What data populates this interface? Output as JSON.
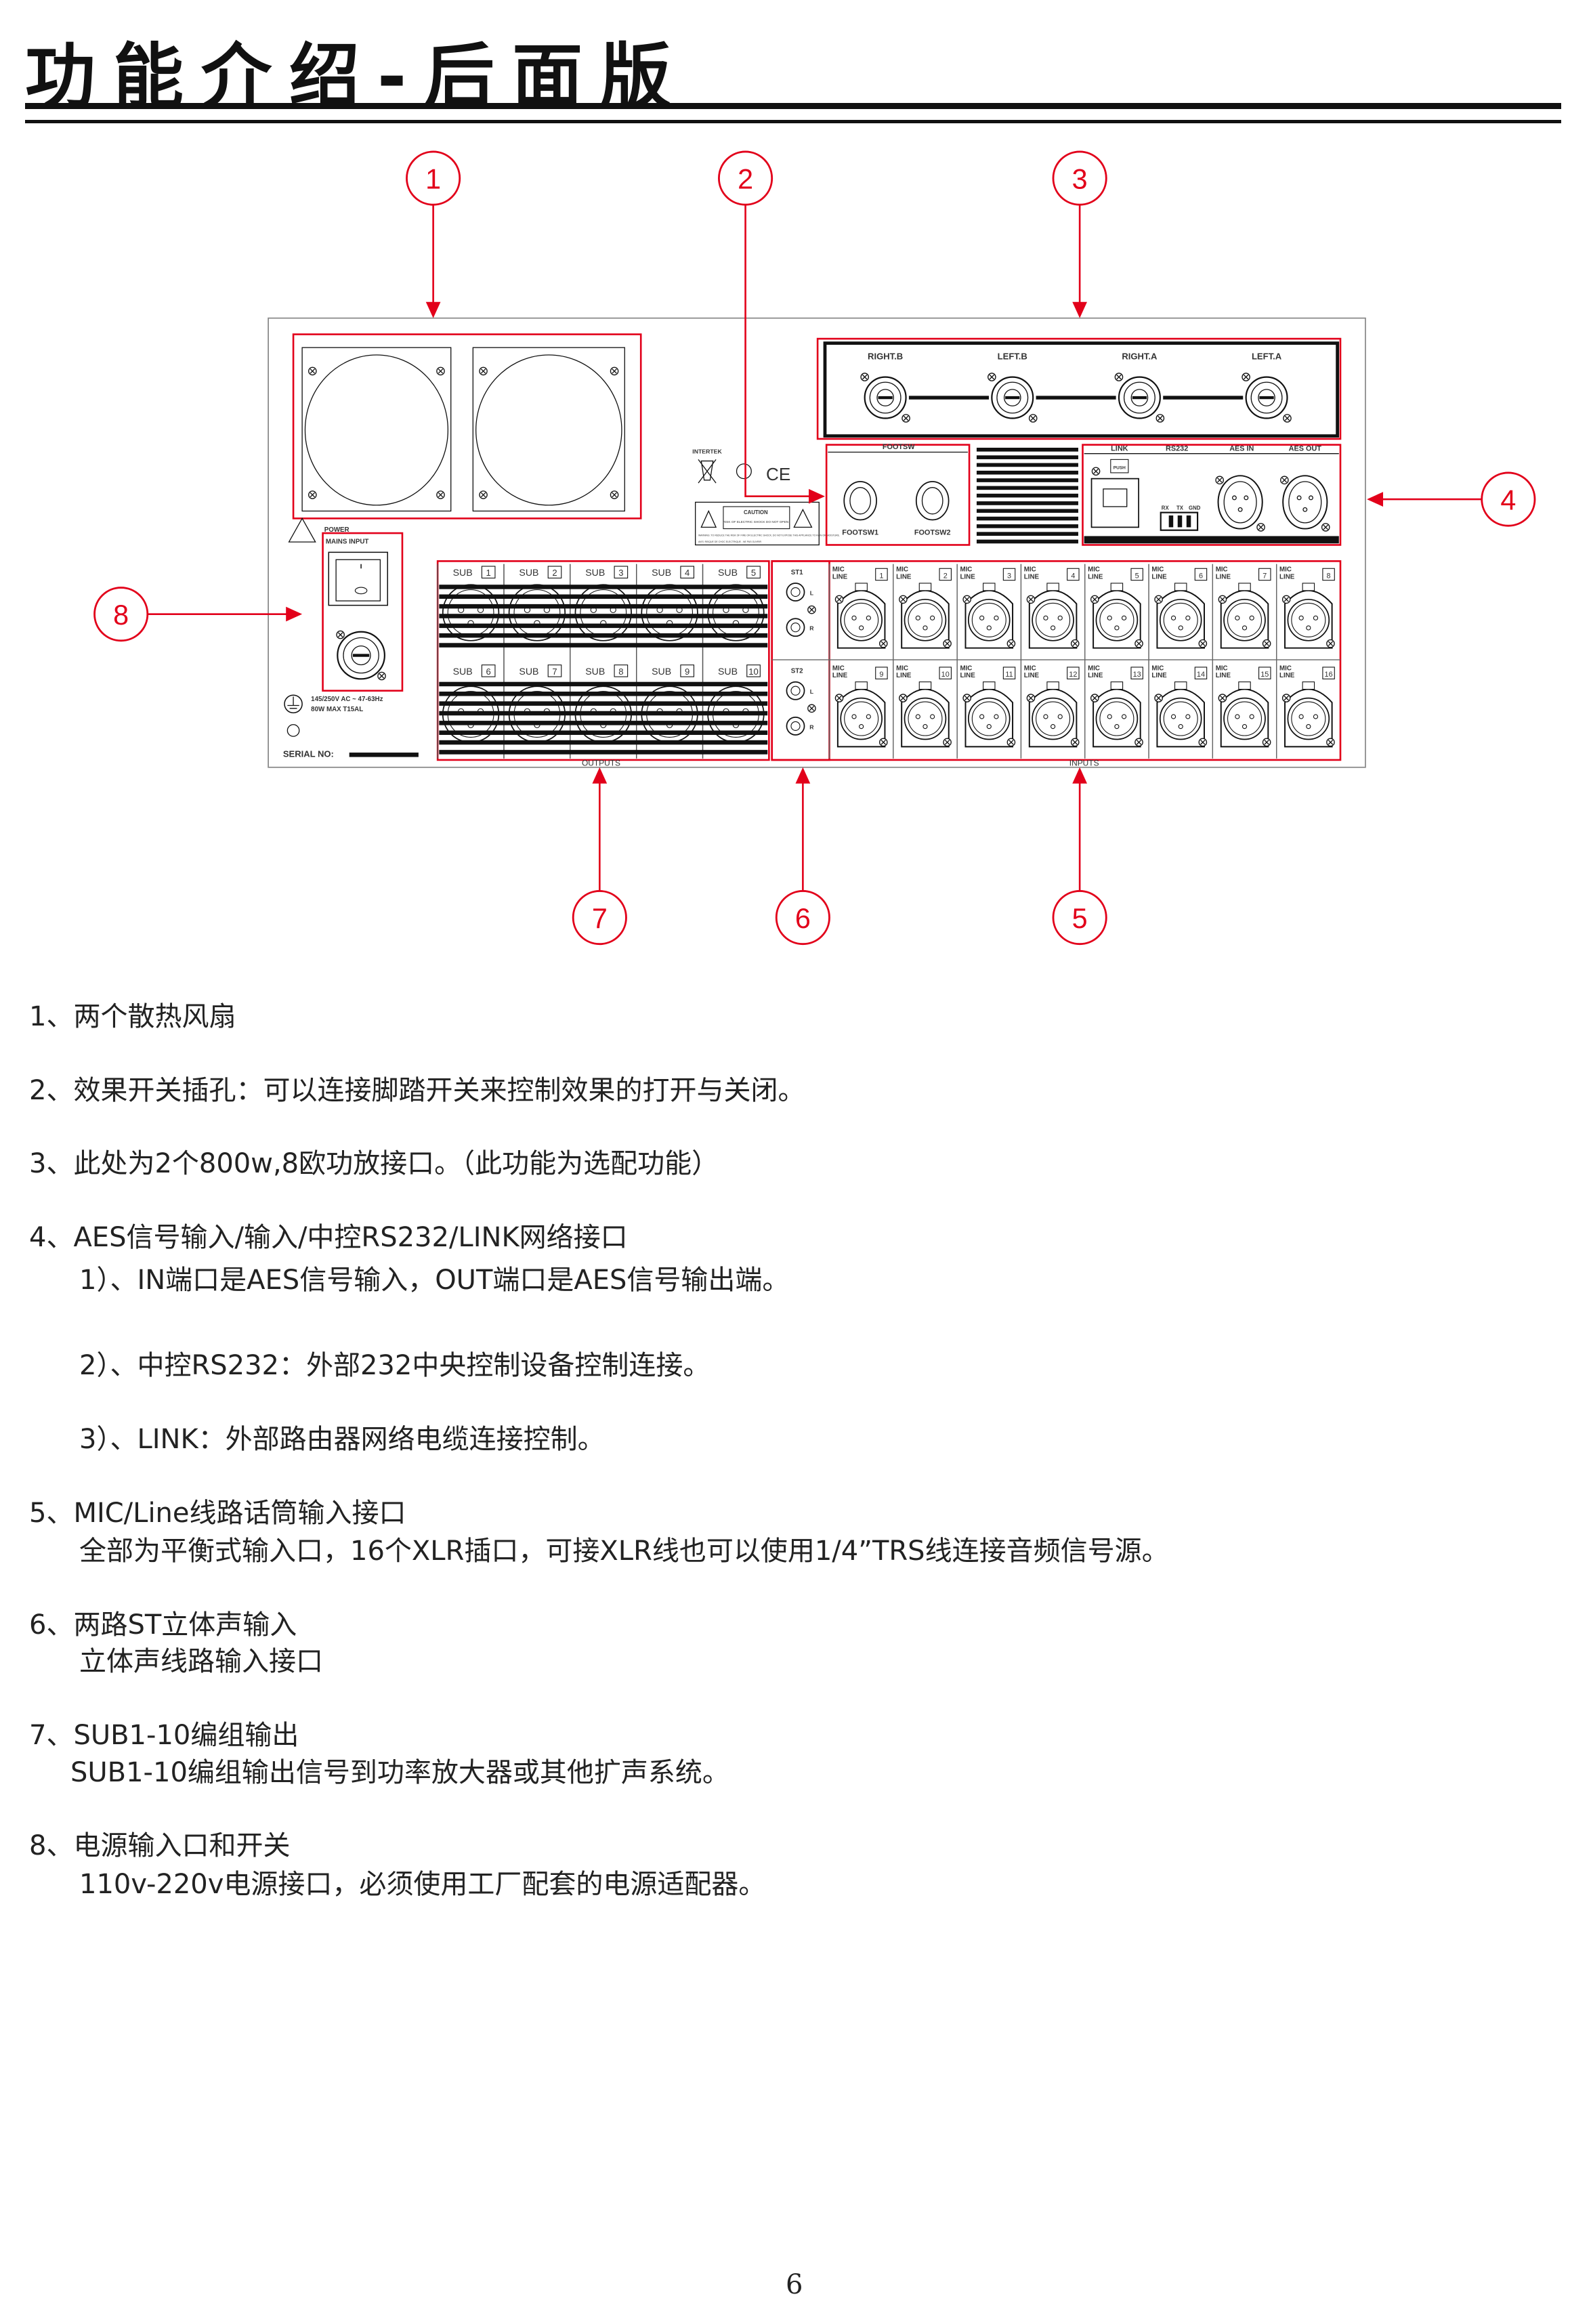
{
  "title": "功能介绍-后面版",
  "callouts": [
    "1",
    "2",
    "3",
    "4",
    "5",
    "6",
    "7",
    "8"
  ],
  "panel": {
    "amp_outputs": [
      "RIGHT.B",
      "LEFT.B",
      "RIGHT.A",
      "LEFT.A"
    ],
    "footsw": {
      "title": "FOOTSW",
      "labels": [
        "FOOTSW1",
        "FOOTSW2"
      ]
    },
    "link_labels": [
      "LINK",
      "RS232",
      "AES IN",
      "AES OUT"
    ],
    "push": "PUSH",
    "rs232_pins": [
      "RX",
      "TX",
      "GND"
    ],
    "intertek": "INTERTEK",
    "caution": "CAUTION",
    "caution_text": "RISK OF ELECTRIC SHOCK DO NOT OPEN",
    "warning_text": "WARNING: TO REDUCE THE RISK OF FIRE OR ELECTRIC SHOCK, DO NOT EXPOSE THIS APPLIANCE TO RAIN OR MOISTURE.",
    "avis_text": "AVIS: RISQUE DE CHOC ELECTRIQUE - NE PAS OUVRIR",
    "power": "POWER",
    "mains_input": "MAINS INPUT",
    "spec_lines": [
      "145/250V AC ~ 47-63Hz",
      "80W MAX  T15AL"
    ],
    "serial": "SERIAL NO:",
    "sub_label": "SUB",
    "sub_numbers": [
      "1",
      "2",
      "3",
      "4",
      "5",
      "6",
      "7",
      "8",
      "9",
      "10"
    ],
    "outputs": "OUTPUTS",
    "inputs": "INPUTS",
    "st": [
      "ST1",
      "ST2"
    ],
    "lr": [
      "L",
      "R"
    ],
    "mic": "MIC",
    "line": "LINE",
    "channel_numbers": [
      "1",
      "2",
      "3",
      "4",
      "5",
      "6",
      "7",
      "8",
      "9",
      "10",
      "11",
      "12",
      "13",
      "14",
      "15",
      "16"
    ]
  },
  "descriptions": [
    "1、两个散热风扇",
    "2、效果开关插孔：可以连接脚踏开关来控制效果的打开与关闭。",
    "3、此处为2个800w,8欧功放接口。（此功能为选配功能）",
    "4、AES信号输入/输入/中控RS232/LINK网络接口",
    "1）、IN端口是AES信号输入，OUT端口是AES信号输出端。",
    "2）、中控RS232：外部232中央控制设备控制连接。",
    "3）、LINK：外部路由器网络电缆连接控制。",
    "5、MIC/Line线路话筒输入接口",
    "全部为平衡式输入口，16个XLR插口，可接XLR线也可以使用1/4”TRS线连接音频信号源。",
    "6、两路ST立体声输入",
    "立体声线路输入接口",
    "7、SUB1-10编组输出",
    "SUB1-10编组输出信号到功率放大器或其他扩声系统。",
    "8、电源输入口和开关",
    "110v-220v电源接口，必须使用工厂配套的电源适配器。"
  ],
  "page_number": "6",
  "colors": {
    "accent": "#e2001a",
    "ink": "#111111"
  }
}
